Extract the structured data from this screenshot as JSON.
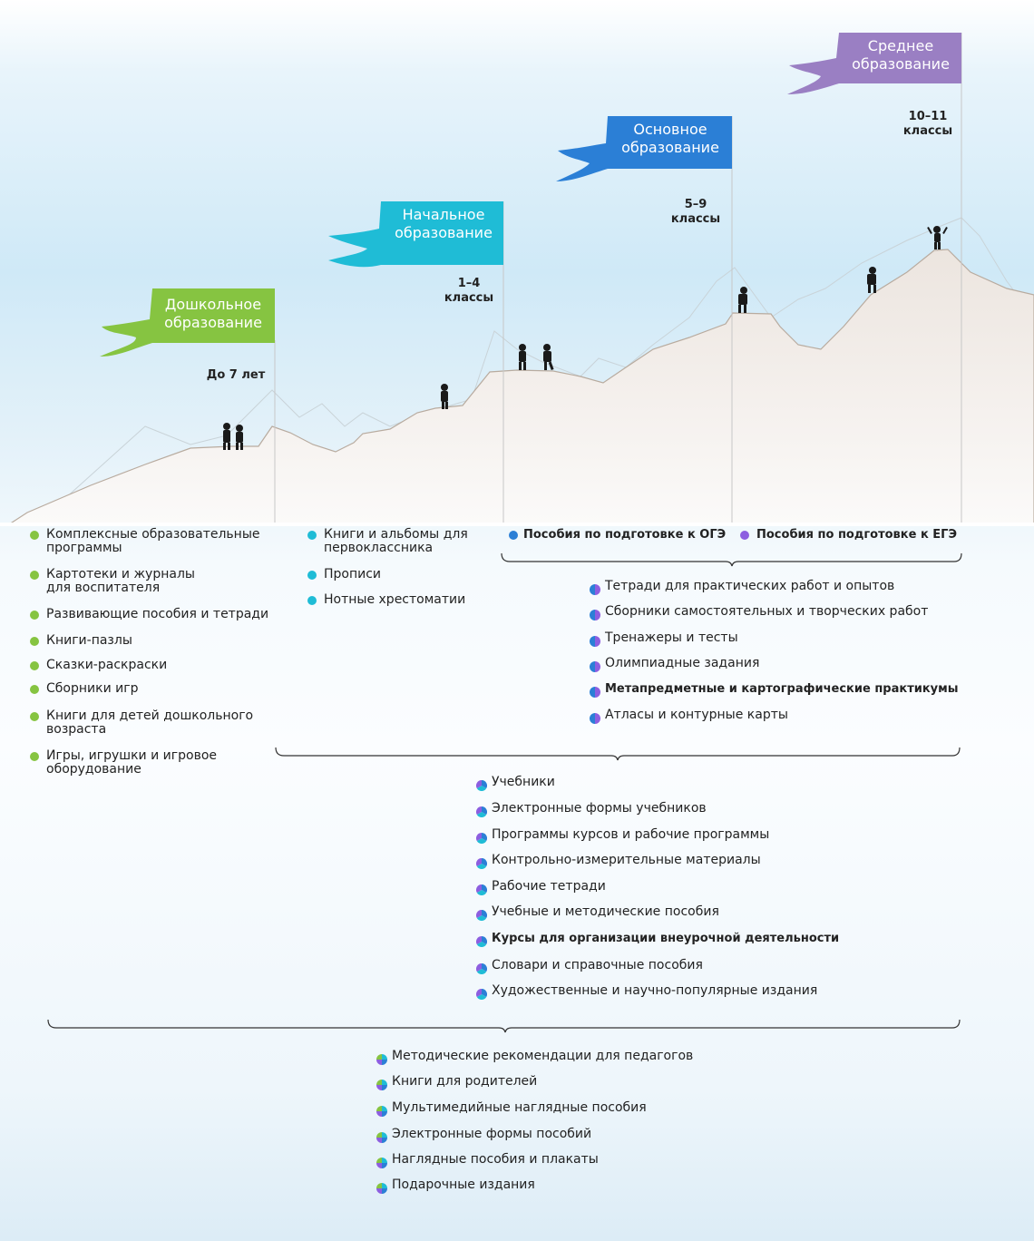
{
  "stages": [
    {
      "title": "Дошкольное образование",
      "age": "До 7 лет",
      "color": "#86c441"
    },
    {
      "title": "Начальное образование",
      "age": "1–4 классы",
      "color": "#1fbcd6"
    },
    {
      "title": "Основное образование",
      "age": "5–9 классы",
      "color": "#2b7fd6"
    },
    {
      "title": "Среднее образование",
      "age": "10–11 классы",
      "color": "#9a7fc3"
    }
  ],
  "preschool_items": [
    "Комплексные образовательные программы",
    "Картотеки и журналы для воспитателя",
    "Развивающие пособия и тетради",
    "Книги-пазлы",
    "Сказки-раскраски",
    "Сборники игр",
    "Книги для детей дошкольного возраста",
    "Игры, игрушки и игровое оборудование"
  ],
  "primary_items": [
    "Книги и альбомы для первоклассника",
    "Прописи",
    "Нотные хрестоматии"
  ],
  "exam_prep": {
    "oge": "Пособия по подготовке к ОГЭ",
    "ege": "Пособия по подготовке к ЕГЭ"
  },
  "secondary_items": [
    {
      "label": "Тетради для практических работ и опытов",
      "bold": false
    },
    {
      "label": "Сборники самостоятельных и творческих работ",
      "bold": false
    },
    {
      "label": "Тренажеры и тесты",
      "bold": false
    },
    {
      "label": "Олимпиадные задания",
      "bold": false
    },
    {
      "label": "Метапредметные и картографические практикумы",
      "bold": true
    },
    {
      "label": "Атласы и контурные карты",
      "bold": false
    }
  ],
  "school_items": [
    {
      "label": "Учебники",
      "bold": false
    },
    {
      "label": "Электронные формы учебников",
      "bold": false
    },
    {
      "label": "Программы курсов и рабочие программы",
      "bold": false
    },
    {
      "label": "Контрольно-измерительные материалы",
      "bold": false
    },
    {
      "label": "Рабочие тетради",
      "bold": false
    },
    {
      "label": "Учебные и методические пособия",
      "bold": false
    },
    {
      "label": "Курсы для организации  внеурочной деятельности",
      "bold": true
    },
    {
      "label": "Словари и справочные пособия",
      "bold": false
    },
    {
      "label": "Художественные и научно-популярные издания",
      "bold": false
    }
  ],
  "all_items": [
    "Методические рекомендации для педагогов",
    "Книги для родителей",
    "Мультимедийные наглядные пособия",
    "Электронные формы пособий",
    "Наглядные пособия и плакаты",
    "Подарочные издания"
  ]
}
